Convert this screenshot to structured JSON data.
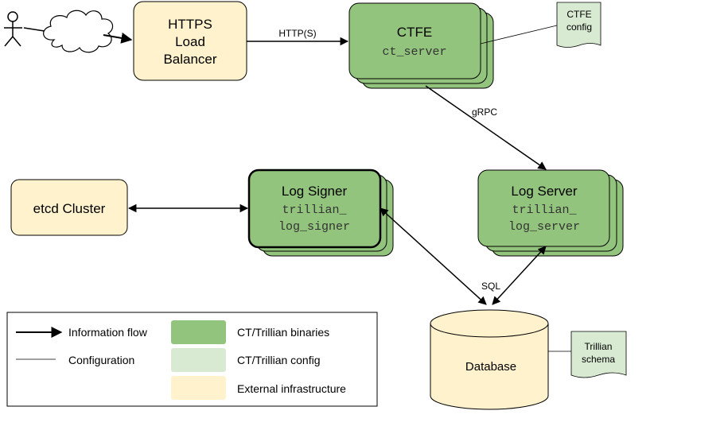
{
  "colors": {
    "binary_fill": "#93c47d",
    "config_fill": "#d9ead3",
    "external_fill": "#fff2cc",
    "stroke": "#000000"
  },
  "nodes": {
    "load_balancer": {
      "line1": "HTTPS",
      "line2": "Load",
      "line3": "Balancer"
    },
    "ctfe": {
      "title": "CTFE",
      "binary": "ct_server"
    },
    "ctfe_config": {
      "line1": "CTFE",
      "line2": "config"
    },
    "etcd": {
      "label": "etcd Cluster"
    },
    "log_signer": {
      "title": "Log Signer",
      "binary_line1": "trillian_",
      "binary_line2": "log_signer"
    },
    "log_server": {
      "title": "Log Server",
      "binary_line1": "trillian_",
      "binary_line2": "log_server"
    },
    "database": {
      "label": "Database"
    },
    "trillian_schema": {
      "line1": "Trillian",
      "line2": "schema"
    }
  },
  "edges": {
    "http": "HTTP(S)",
    "grpc": "gRPC",
    "sql": "SQL"
  },
  "legend": {
    "information_flow": "Information flow",
    "configuration": "Configuration",
    "binaries": "CT/Trillian binaries",
    "config": "CT/Trillian config",
    "external": "External infrastructure"
  },
  "icons": [
    "user-icon",
    "cloud-icon"
  ]
}
